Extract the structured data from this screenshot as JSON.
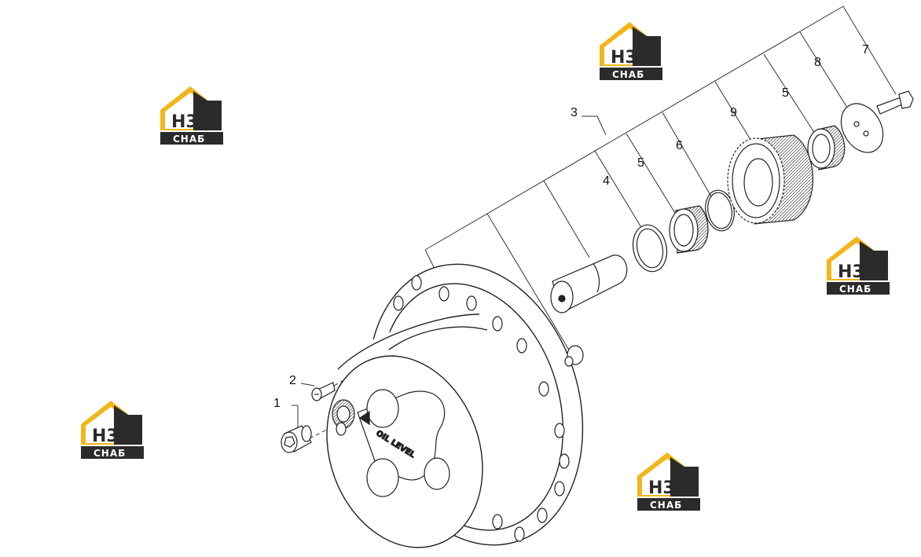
{
  "callouts": [
    {
      "id": "c1",
      "label": "1"
    },
    {
      "id": "c2",
      "label": "2"
    },
    {
      "id": "c3",
      "label": "3"
    },
    {
      "id": "c4",
      "label": "4"
    },
    {
      "id": "c5a",
      "label": "5"
    },
    {
      "id": "c6",
      "label": "6"
    },
    {
      "id": "c9",
      "label": "9"
    },
    {
      "id": "c5b",
      "label": "5"
    },
    {
      "id": "c8",
      "label": "8"
    },
    {
      "id": "c7",
      "label": "7"
    }
  ],
  "housing_text": "OIL LEVEL",
  "watermark": {
    "top_text": "H3",
    "bottom_text": "СНАБ",
    "colors": {
      "yellow": "#f2b61b",
      "dark": "#2b2b2b"
    }
  }
}
